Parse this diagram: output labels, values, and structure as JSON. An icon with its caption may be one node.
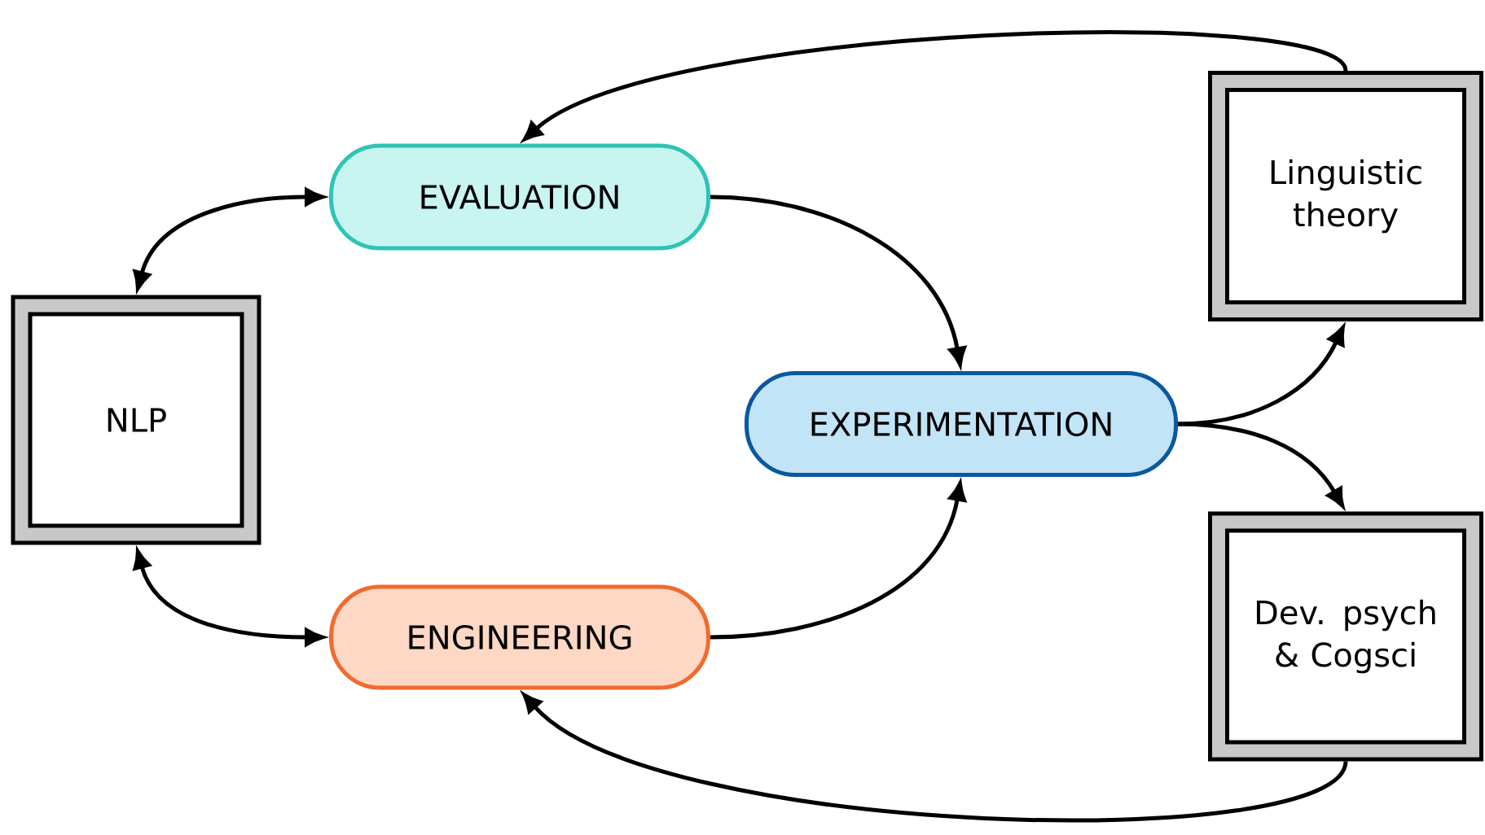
{
  "diagram": {
    "nodes": [
      {
        "text": [
          "NLP"
        ]
      },
      {
        "text": [
          "EVALUATION"
        ]
      },
      {
        "text": [
          "EXPERIMENTATION"
        ]
      },
      {
        "text": [
          "ENGINEERING"
        ]
      },
      {
        "text": [
          "Linguistic theory"
        ]
      },
      {
        "text": [
          "Dev. psych & Cogsci"
        ]
      }
    ],
    "edges": [
      {
        "from": 4,
        "to": 1,
        "arrow": "to"
      },
      {
        "from": 1,
        "to": 0,
        "arrow": "both"
      },
      {
        "from": 1,
        "to": 2,
        "arrow": "to"
      },
      {
        "from": 3,
        "to": 2,
        "arrow": "to"
      },
      {
        "from": 0,
        "to": 3,
        "arrow": "both"
      },
      {
        "from": 2,
        "to": 4,
        "arrow": "to"
      },
      {
        "from": 2,
        "to": 5,
        "arrow": "to"
      },
      {
        "from": 5,
        "to": 3,
        "arrow": "to"
      }
    ]
  }
}
